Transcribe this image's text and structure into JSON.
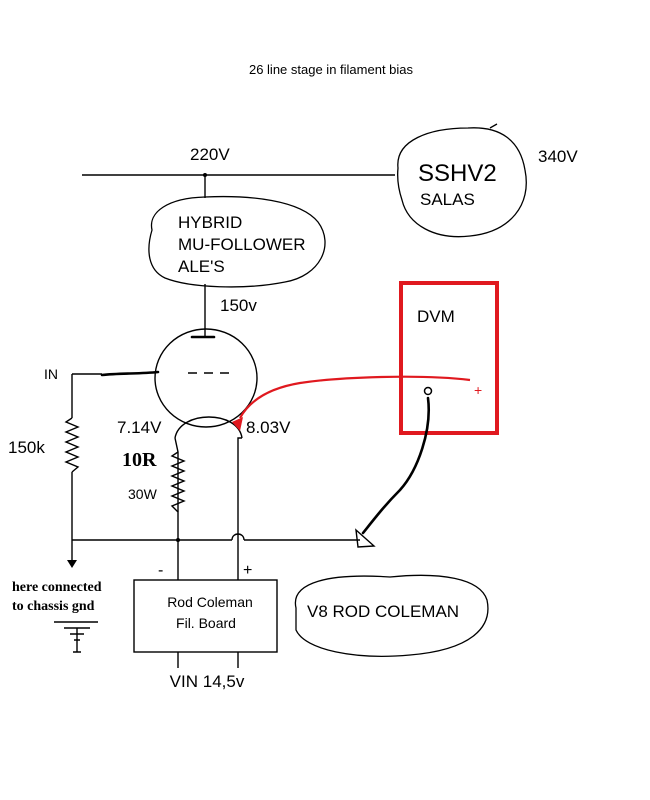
{
  "title": "26 line stage in filament bias",
  "labels": {
    "v220": "220V",
    "v340": "340V",
    "sshv2": "SSHV2",
    "salas": "SALAS",
    "hybrid_line1": "HYBRID",
    "hybrid_line2": "MU-FOLLOWER",
    "hybrid_line3": "ALE'S",
    "v150": "150v",
    "dvm": "DVM",
    "dvm_plus": "+",
    "input": "IN",
    "r150k": "150k",
    "v714": "7.14V",
    "v803": "8.03V",
    "r10": "10R",
    "w30": "30W",
    "minus": "-",
    "plus": "+",
    "gnd_note_line1": "here connected",
    "gnd_note_line2": "to chassis gnd",
    "board_line1": "Rod Coleman",
    "board_line2": "Fil. Board",
    "v8": "V8 ROD COLEMAN",
    "vin": "VIN 14,5v"
  },
  "colors": {
    "ink": "#000000",
    "probe_red": "#e0191f",
    "background": "#ffffff"
  }
}
